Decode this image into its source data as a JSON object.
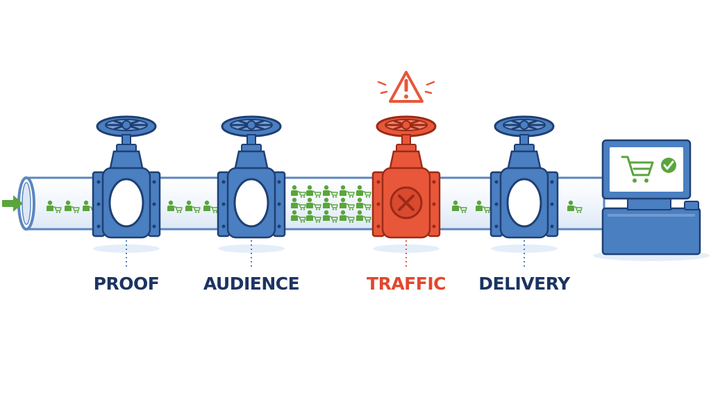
{
  "colors": {
    "valve_blue": "#4a7fc1",
    "valve_dark": "#1f3f73",
    "blocked_red": "#e8573a",
    "people_green": "#5aa53c",
    "label_navy": "#1c3461",
    "label_red": "#e2472e",
    "pipe_fill": "#f4f8fc",
    "pipe_stroke": "#5b86c0"
  },
  "flow": {
    "inlet_arrow_icon": "arrow-right-icon",
    "shopper_icon": "person-cart-icon",
    "shopper_counts": [
      3,
      4,
      15,
      2,
      1
    ]
  },
  "stages": [
    {
      "label": "PROOF",
      "status": "open"
    },
    {
      "label": "AUDIENCE",
      "status": "open"
    },
    {
      "label": "TRAFFIC",
      "status": "blocked",
      "alert_icon": "warning-triangle-icon",
      "valve_icon": "x-circle-icon"
    },
    {
      "label": "DELIVERY",
      "status": "open"
    }
  ],
  "checkout": {
    "icon": "checkout-terminal-icon",
    "screen_icons": [
      "shopping-cart-icon",
      "checkmark-circle-icon"
    ]
  }
}
